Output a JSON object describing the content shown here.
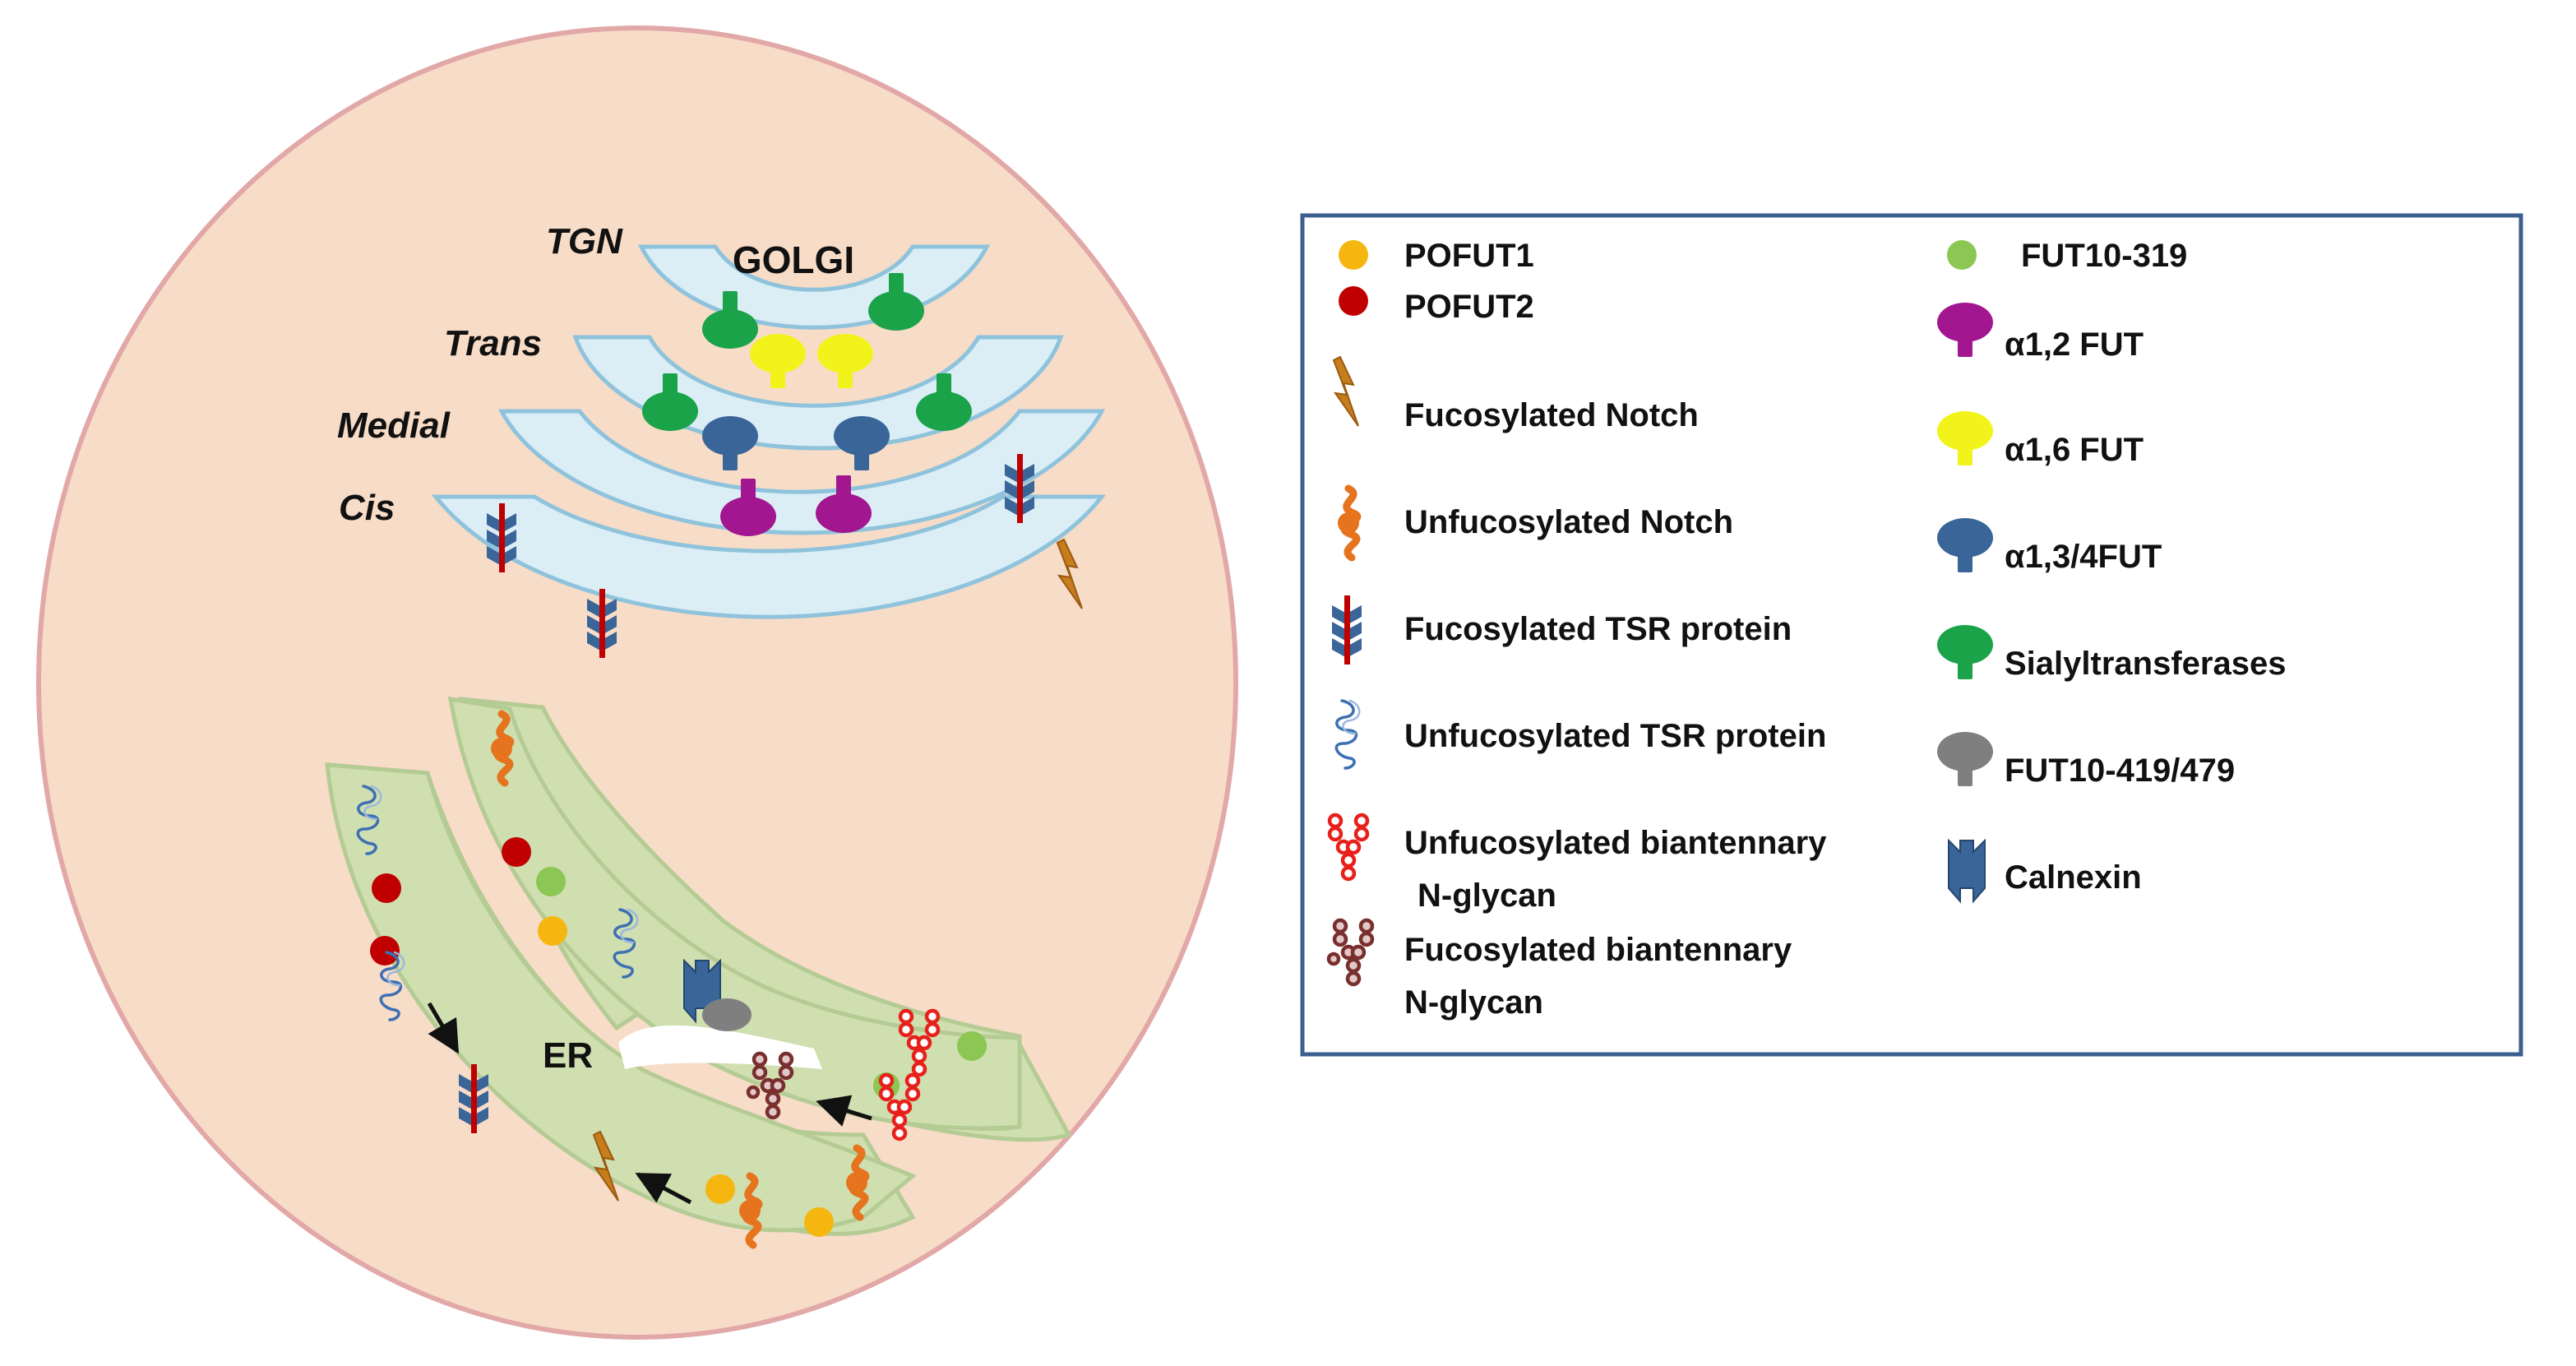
{
  "golgi": {
    "title": "GOLGI",
    "cisternae": {
      "tgn": "TGN",
      "trans": "Trans",
      "medial": "Medial",
      "cis": "Cis"
    }
  },
  "er": {
    "title": "ER"
  },
  "legend": {
    "left": [
      {
        "label": "POFUT1",
        "icon": "orange-circle"
      },
      {
        "label": "POFUT2",
        "icon": "red-circle"
      },
      {
        "label": "Fucosylated Notch",
        "icon": "lightning-icon"
      },
      {
        "label": "Unfucosylated Notch",
        "icon": "notch-coil-icon"
      },
      {
        "label": "Fucosylated TSR protein",
        "icon": "tsr-arrow-icon"
      },
      {
        "label": "Unfucosylated TSR protein",
        "icon": "tsr-coil-icon"
      },
      {
        "label": "Unfucosylated biantennary",
        "label2": "N-glycan",
        "icon": "red-glycan-icon"
      },
      {
        "label": "Fucosylated  biantennary",
        "label2": "N-glycan",
        "icon": "brown-glycan-icon"
      }
    ],
    "right": [
      {
        "label": "FUT10-319",
        "icon": "green-circle"
      },
      {
        "label": "α1,2 FUT",
        "icon": "magenta-enzyme-icon"
      },
      {
        "label": "α1,6 FUT",
        "icon": "yellow-enzyme-icon"
      },
      {
        "label": "α1,3/4FUT",
        "icon": "blue-enzyme-icon"
      },
      {
        "label": "Sialyltransferases",
        "icon": "green-enzyme-icon"
      },
      {
        "label": "FUT10-419/479",
        "icon": "grey-enzyme-icon"
      },
      {
        "label": "Calnexin",
        "icon": "calnexin-icon"
      }
    ]
  },
  "colors": {
    "cell_fill": "#f7dcc8",
    "cell_border": "#e2a8a8",
    "golgi_fill": "#dbeef6",
    "golgi_stroke": "#8fc3dc",
    "er_fill": "#cfdfb0",
    "er_stroke": "#b5cb94",
    "pofut1": "#f5b70f",
    "pofut2": "#c00000",
    "fut10_319": "#8cc653",
    "a12fut": "#a2168f",
    "a16fut": "#f3f31c",
    "a134fut": "#3a6599",
    "sialyl": "#1ba34a",
    "fut10_419": "#7f7f7f",
    "legend_border": "#3b5f8f"
  }
}
